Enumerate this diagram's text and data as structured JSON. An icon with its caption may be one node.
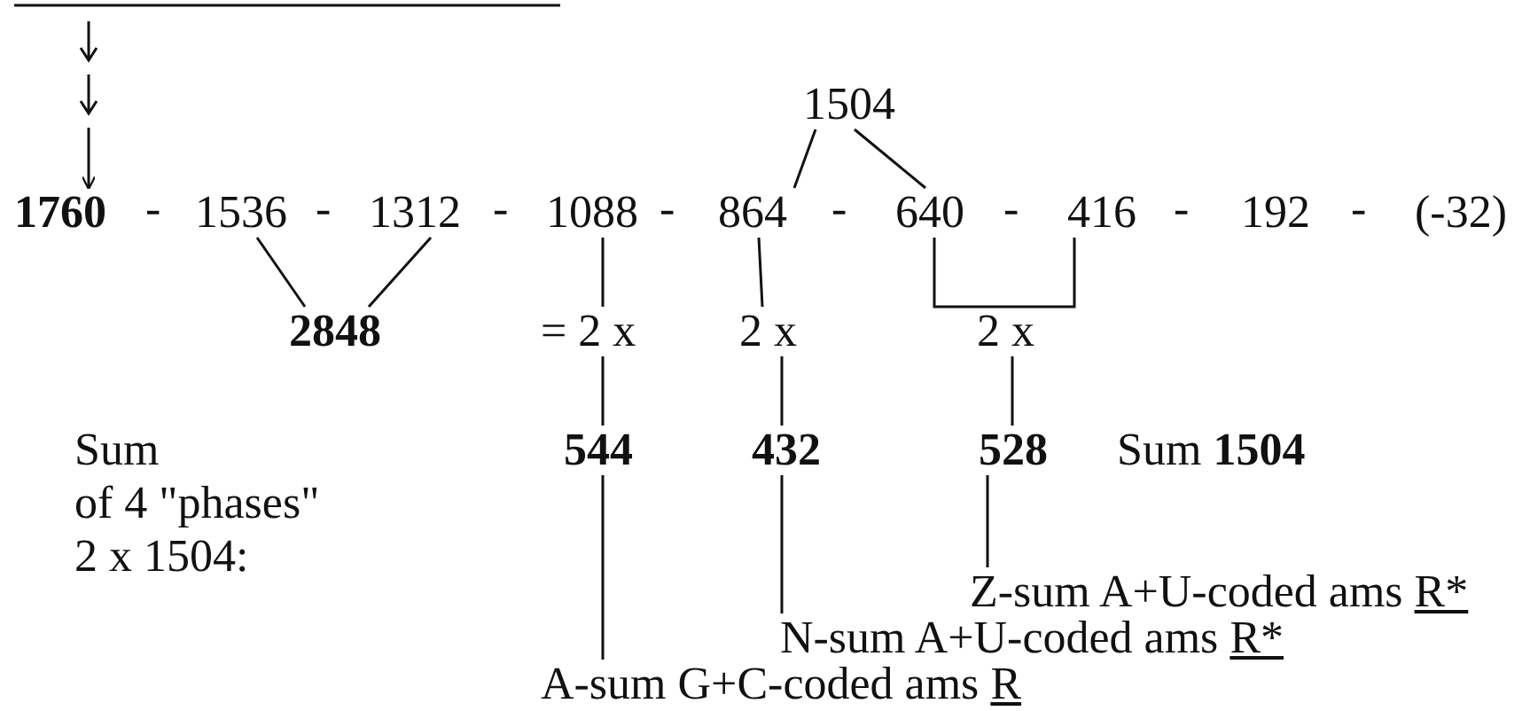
{
  "diagram": {
    "nodes": [
      {
        "text": [
          "1760"
        ]
      },
      {
        "text": [
          "1536"
        ]
      },
      {
        "text": [
          "1312"
        ]
      },
      {
        "text": [
          "1088"
        ]
      },
      {
        "text": [
          "864"
        ]
      },
      {
        "text": [
          "640"
        ]
      },
      {
        "text": [
          "416"
        ]
      },
      {
        "text": [
          "192"
        ]
      },
      {
        "text": [
          "(-32)"
        ]
      },
      {
        "text": [
          "1504"
        ]
      },
      {
        "text": [
          "2848"
        ]
      },
      {
        "text": [
          "= 2 x"
        ]
      },
      {
        "text": [
          "2 x"
        ]
      },
      {
        "text": [
          "2 x"
        ]
      },
      {
        "text": [
          "544"
        ]
      },
      {
        "text": [
          "432"
        ]
      },
      {
        "text": [
          "528"
        ]
      },
      {
        "text": [
          "A-sum G+C-coded ams R"
        ]
      },
      {
        "text": [
          "N-sum A+U-coded ams R*"
        ]
      },
      {
        "text": [
          "Z-sum A+U-coded ams R*"
        ]
      }
    ],
    "edges": [
      {
        "from": null,
        "to": 0,
        "arrow": "to"
      },
      {
        "from": 1,
        "to": 10,
        "arrow": "none"
      },
      {
        "from": 2,
        "to": 10,
        "arrow": "none"
      },
      {
        "from": 9,
        "to": 4,
        "arrow": "none"
      },
      {
        "from": 9,
        "to": 5,
        "arrow": "none"
      },
      {
        "from": 3,
        "to": 11,
        "arrow": "none"
      },
      {
        "from": 4,
        "to": 12,
        "arrow": "none"
      },
      {
        "from": 5,
        "to": 13,
        "arrow": "none"
      },
      {
        "from": 6,
        "to": 13,
        "arrow": "none"
      },
      {
        "from": 11,
        "to": 14,
        "arrow": "none"
      },
      {
        "from": 12,
        "to": 15,
        "arrow": "none"
      },
      {
        "from": 13,
        "to": 16,
        "arrow": "none"
      },
      {
        "from": 14,
        "to": 17,
        "arrow": "none"
      },
      {
        "from": 15,
        "to": 18,
        "arrow": "none"
      },
      {
        "from": 16,
        "to": 19,
        "arrow": "none"
      }
    ],
    "labels": [
      "-",
      "-",
      "-",
      "-",
      "-",
      "-",
      "-",
      "-",
      "Sum",
      "of 4 \"phases\"",
      "2 x 1504:",
      "Sum **1504**"
    ]
  }
}
